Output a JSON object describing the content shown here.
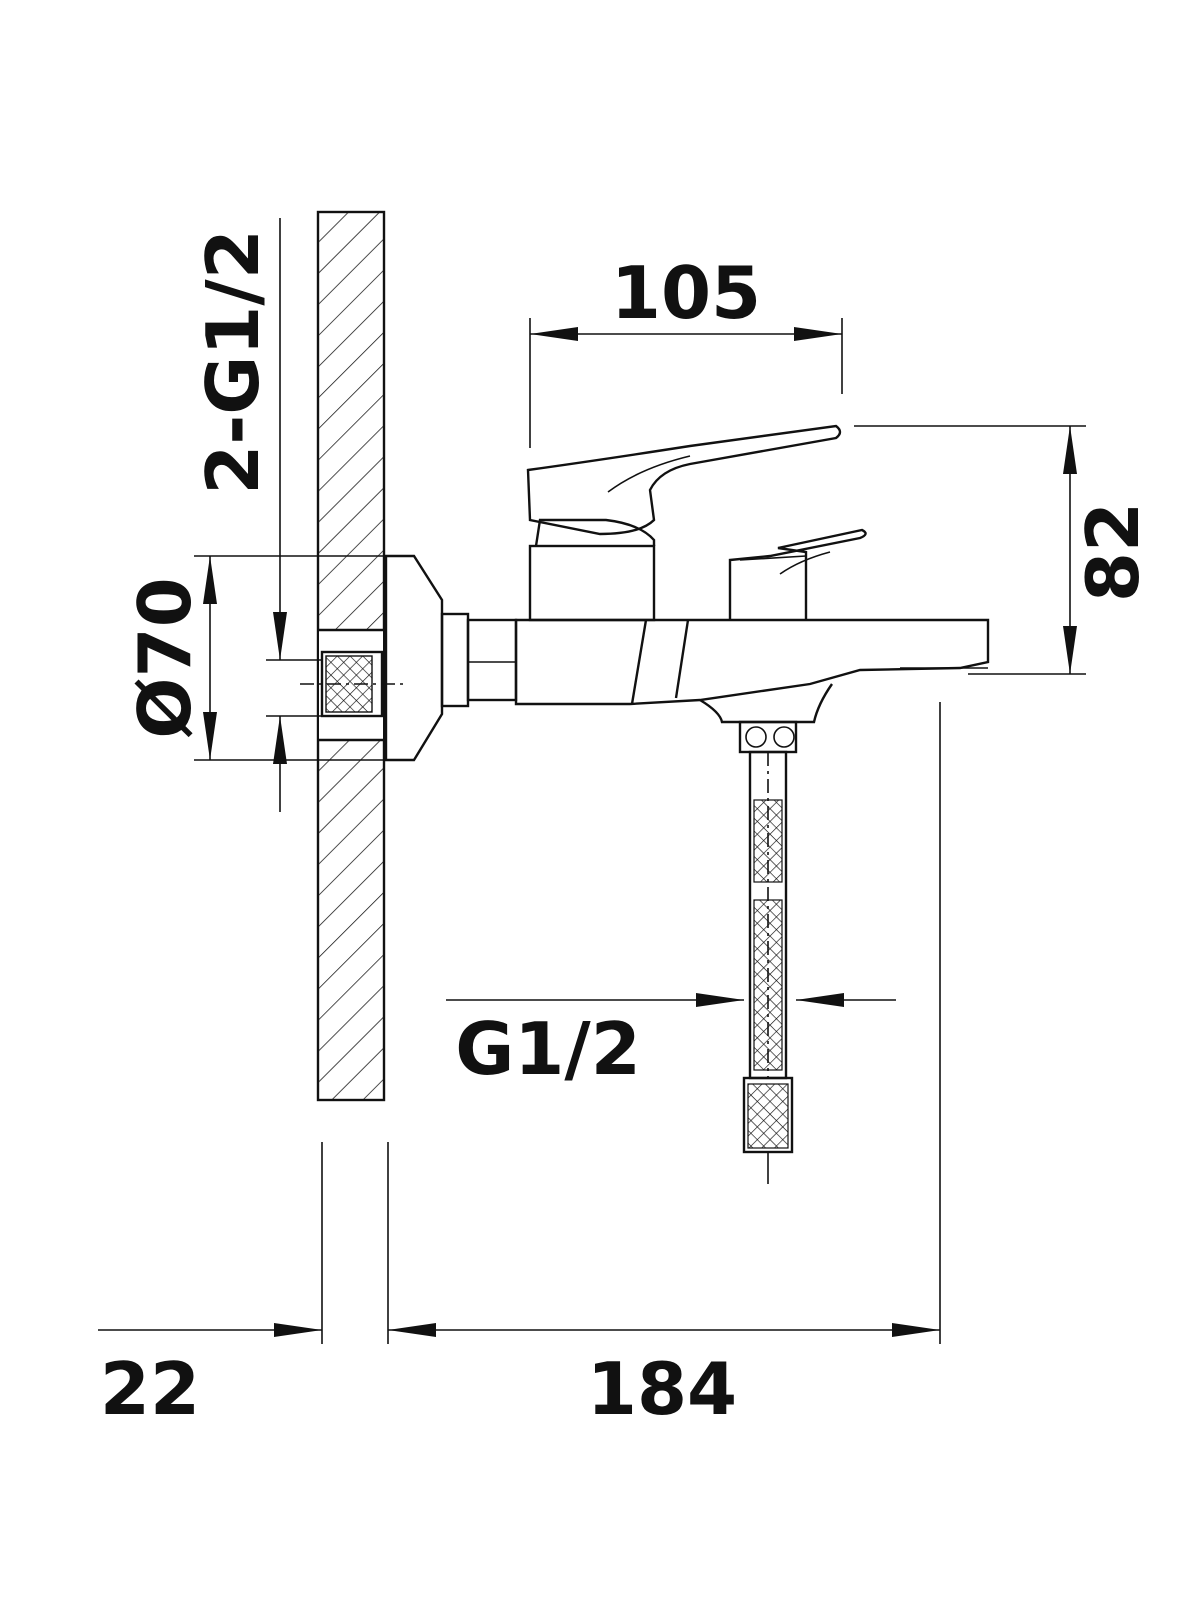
{
  "drawing": {
    "dimensions": {
      "inlet_thread_label": "2-G1/2",
      "handle_span_label": "105",
      "height_label": "82",
      "flange_diameter_label": "Ø70",
      "hose_thread_label": "G1/2",
      "wall_thickness_label": "22",
      "projection_label": "184"
    }
  }
}
